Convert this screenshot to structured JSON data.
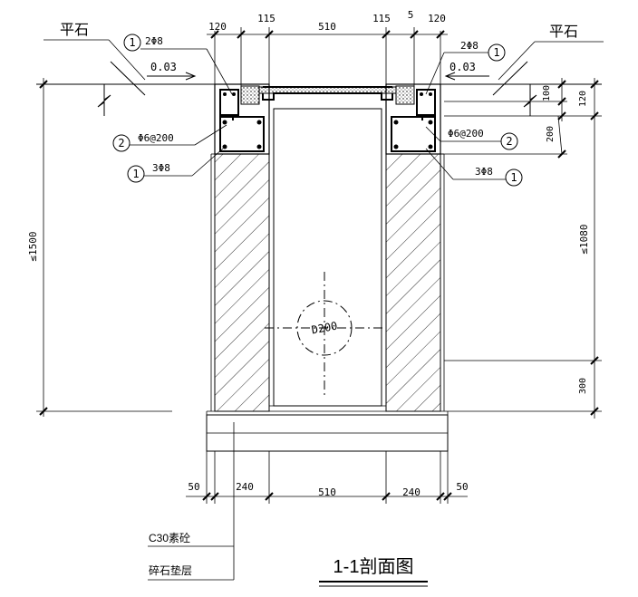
{
  "drawing": {
    "title": "1-1剖面图",
    "material_top_left": "平石",
    "material_top_right": "平石",
    "slope_left": "0.03",
    "slope_right": "0.03",
    "rebar_2phi8_left": "2Φ8",
    "rebar_2phi8_right": "2Φ8",
    "stirrup_left": "Φ6@200",
    "stirrup_right": "Φ6@200",
    "rebar_3phi8_left": "3Φ8",
    "rebar_3phi8_right": "3Φ8",
    "pipe_label": "D200",
    "concrete_label": "C30素砼",
    "gravel_label": "碎石垫层",
    "markers": {
      "one": "1",
      "two": "2"
    },
    "dims_top": [
      "120",
      "115",
      "510",
      "115",
      "5",
      "120"
    ],
    "dims_bottom": [
      "50",
      "240",
      "510",
      "240",
      "50"
    ],
    "dims_right": [
      "100",
      "120",
      "200",
      "≤1080",
      "300"
    ],
    "dim_left": "≤1500"
  }
}
